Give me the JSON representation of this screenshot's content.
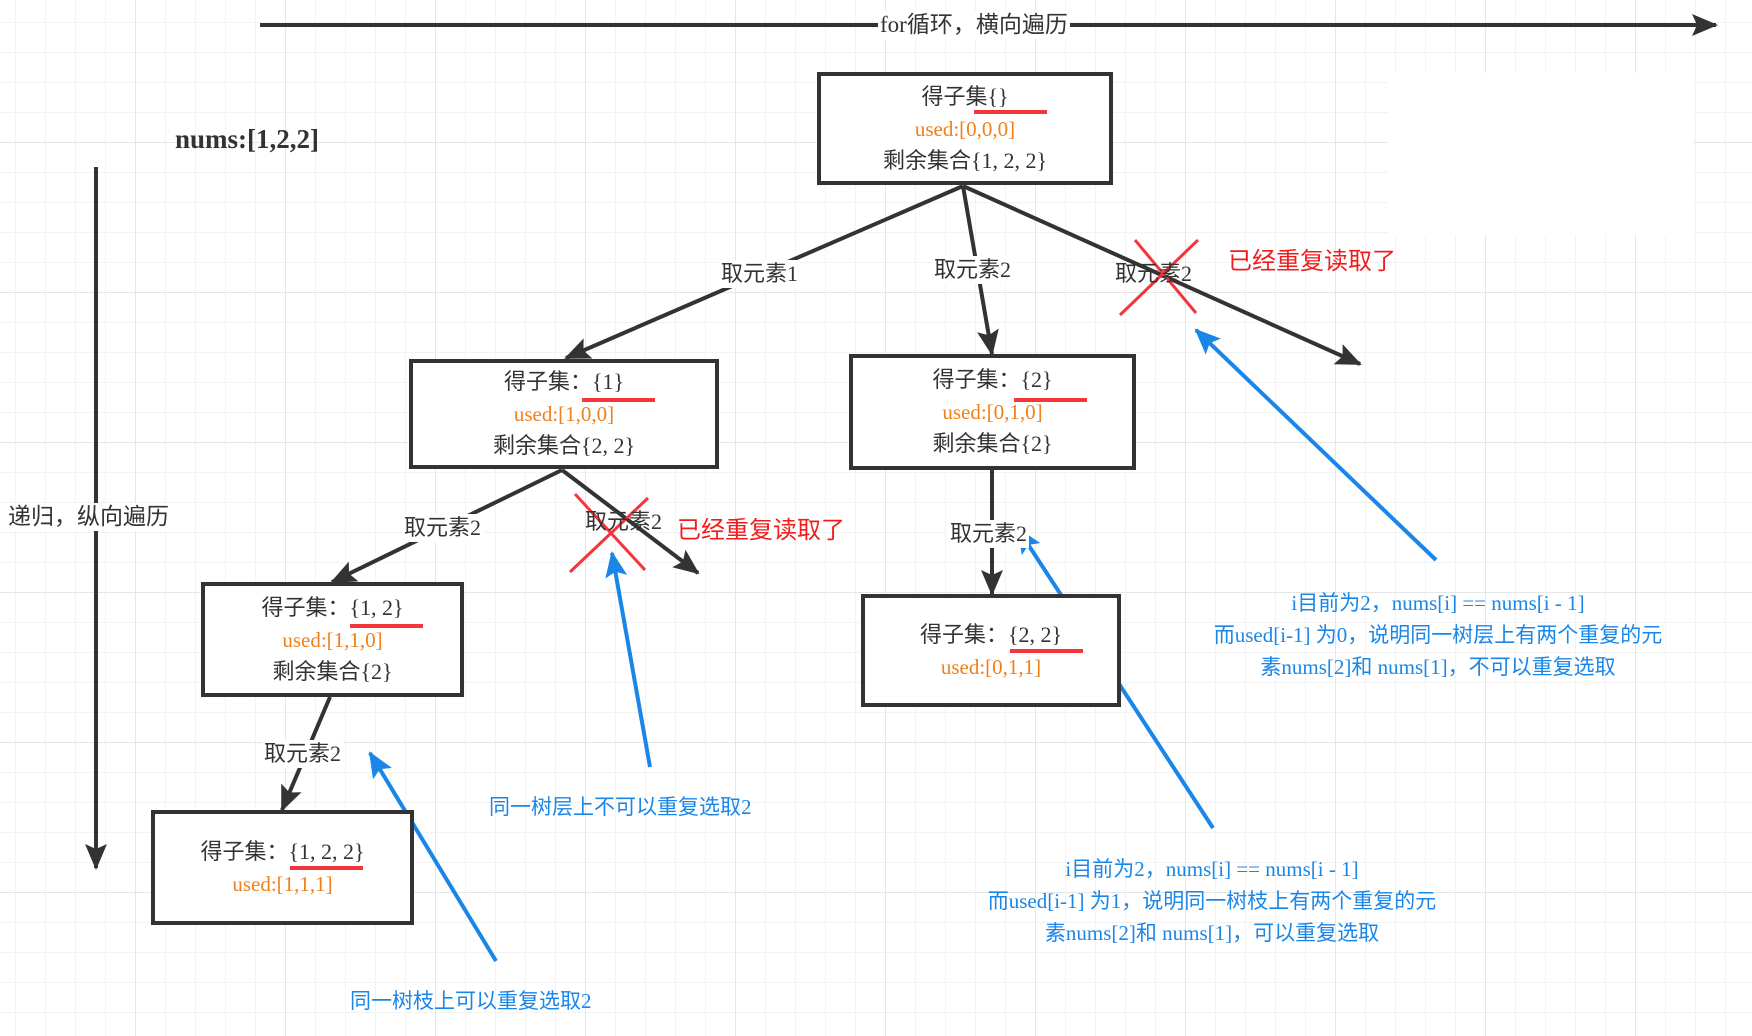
{
  "title": "nums:[1,2,2]",
  "axes": {
    "horizontal_label": "for循环，横向遍历",
    "vertical_label": "递归，纵向遍历"
  },
  "nodes": [
    {
      "id": "root",
      "subset": "得子集{}",
      "used": "used:[0,0,0]",
      "remain": "剩余集合{1, 2, 2}"
    },
    {
      "id": "n1",
      "subset": "得子集：{1}",
      "used": "used:[1,0,0]",
      "remain": "剩余集合{2, 2}"
    },
    {
      "id": "n2",
      "subset": "得子集：{2}",
      "used": "used:[0,1,0]",
      "remain": "剩余集合{2}"
    },
    {
      "id": "n12",
      "subset": "得子集：{1, 2}",
      "used": "used:[1,1,0]",
      "remain": "剩余集合{2}"
    },
    {
      "id": "n22",
      "subset": "得子集：{2, 2}",
      "used": "used:[0,1,1]",
      "remain": ""
    },
    {
      "id": "n122",
      "subset": "得子集：{1, 2, 2}",
      "used": "used:[1,1,1]",
      "remain": ""
    }
  ],
  "edge_labels": {
    "root_take1": "取元素1",
    "root_take2": "取元素2",
    "root_take2_dup": "取元素2",
    "n1_take2": "取元素2",
    "n1_take2_dup": "取元素2",
    "n2_take2": "取元素2",
    "n12_take2": "取元素2"
  },
  "red_notes": {
    "root_dup": "已经重复读取了",
    "n1_dup": "已经重复读取了"
  },
  "blue_notes": {
    "same_level": "同一树层上不可以重复选取2",
    "same_branch": "同一树枝上可以重复选取2",
    "explain_level": [
      "i目前为2，nums[i] == nums[i - 1]",
      "而used[i-1] 为0，说明同一树层上有两个重复的元",
      "素nums[2]和 nums[1]，不可以重复选取"
    ],
    "explain_branch": [
      "i目前为2，nums[i] == nums[i - 1]",
      "而used[i-1] 为1，说明同一树枝上有两个重复的元",
      "素nums[2]和 nums[1]，可以重复选取"
    ]
  },
  "colors": {
    "node_border": "#333333",
    "used_text": "#f08017",
    "red": "#f2363c",
    "blue": "#1a86e8"
  }
}
